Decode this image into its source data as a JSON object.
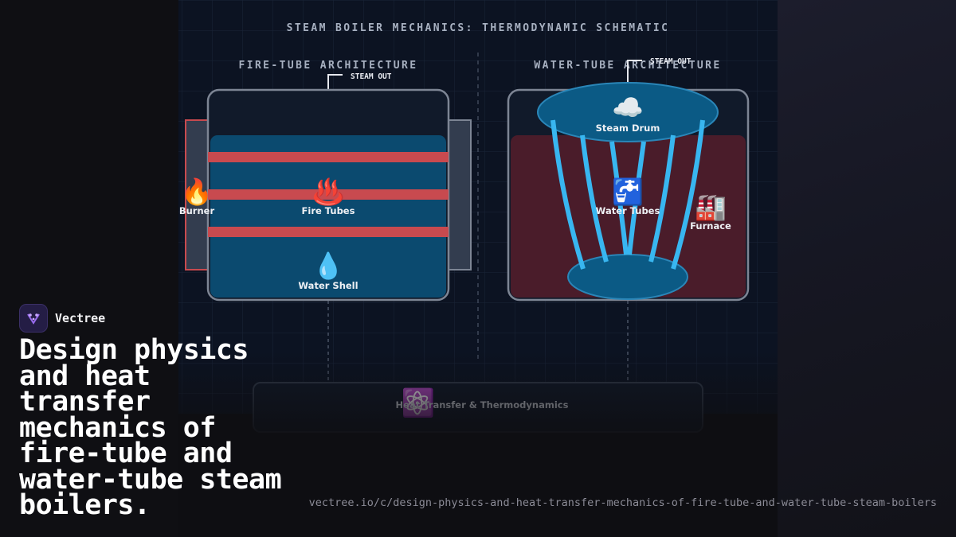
{
  "diagram": {
    "title": "STEAM BOILER MECHANICS: THERMODYNAMIC SCHEMATIC",
    "fire_tube": {
      "heading": "FIRE-TUBE ARCHITECTURE",
      "steam_out": "STEAM OUT",
      "burner": {
        "icon": "🔥",
        "label": "Burner"
      },
      "fire_tubes": {
        "icon": "♨️",
        "label": "Fire Tubes"
      },
      "water_shell": {
        "icon": "💧",
        "label": "Water Shell"
      }
    },
    "water_tube": {
      "heading": "WATER-TUBE ARCHITECTURE",
      "steam_out": "STEAM OUT",
      "steam_drum": {
        "icon": "☁️",
        "label": "Steam Drum"
      },
      "water_tubes": {
        "icon": "🚰",
        "label": "Water Tubes"
      },
      "furnace": {
        "icon": "🏭",
        "label": "Furnace"
      }
    },
    "footer_box": {
      "icon": "⚛️",
      "label": "Heat Transfer & Thermodynamics"
    }
  },
  "brand": {
    "name": "Vectree"
  },
  "headline": "Design physics and heat transfer mechanics of fire-tube and water-tube steam boilers.",
  "url": "vectree.io/c/design-physics-and-heat-transfer-mechanics-of-fire-tube-and-water-tube-steam-boilers",
  "colors": {
    "water": "#0b4a6f",
    "fire": "#c84a4f",
    "tube": "#38b6f0",
    "furnace": "#4a1c2a",
    "frame": "#7d8594"
  }
}
